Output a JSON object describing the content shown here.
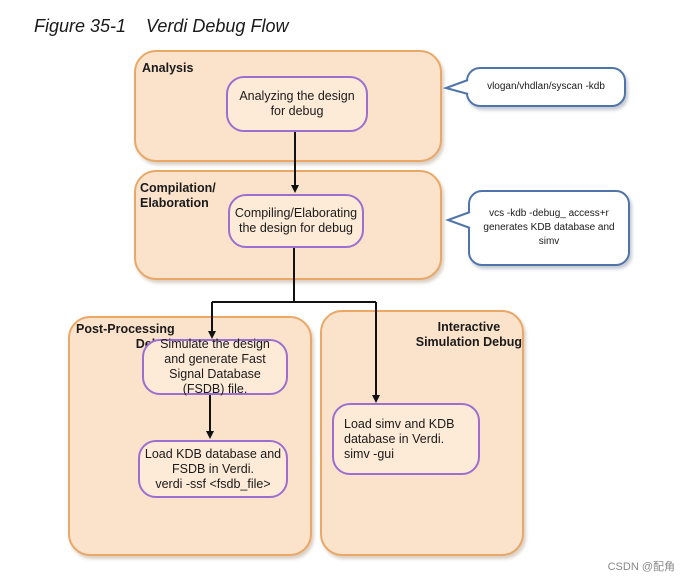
{
  "figure_title": "Figure 35-1    Verdi Debug Flow",
  "stages": {
    "analysis": {
      "label": "Analysis",
      "step": "Analyzing the design for debug",
      "callout": "vlogan/vhdlan/syscan -kdb"
    },
    "compilation": {
      "label": "Compilation/\nElaboration",
      "step": "Compiling/Elaborating the design for debug",
      "callout": "vcs -kdb -debug_ access+r generates KDB database and simv"
    },
    "post_processing": {
      "label": "Post-Processing\nDebug",
      "step1": "Simulate the design and generate Fast Signal Database (FSDB) file.",
      "step2": "Load KDB database and FSDB in Verdi.\nverdi -ssf <fsdb_file>"
    },
    "interactive": {
      "label": "Interactive\nSimulation Debug",
      "step": "Load simv and KDB database in Verdi.\nsimv -gui"
    }
  },
  "colors": {
    "stage_fill": "#fbe3cb",
    "stage_border": "#e9a768",
    "step_border": "#9b6fd0",
    "callout_border": "#4f74a9"
  },
  "watermark": "CSDN @配角"
}
